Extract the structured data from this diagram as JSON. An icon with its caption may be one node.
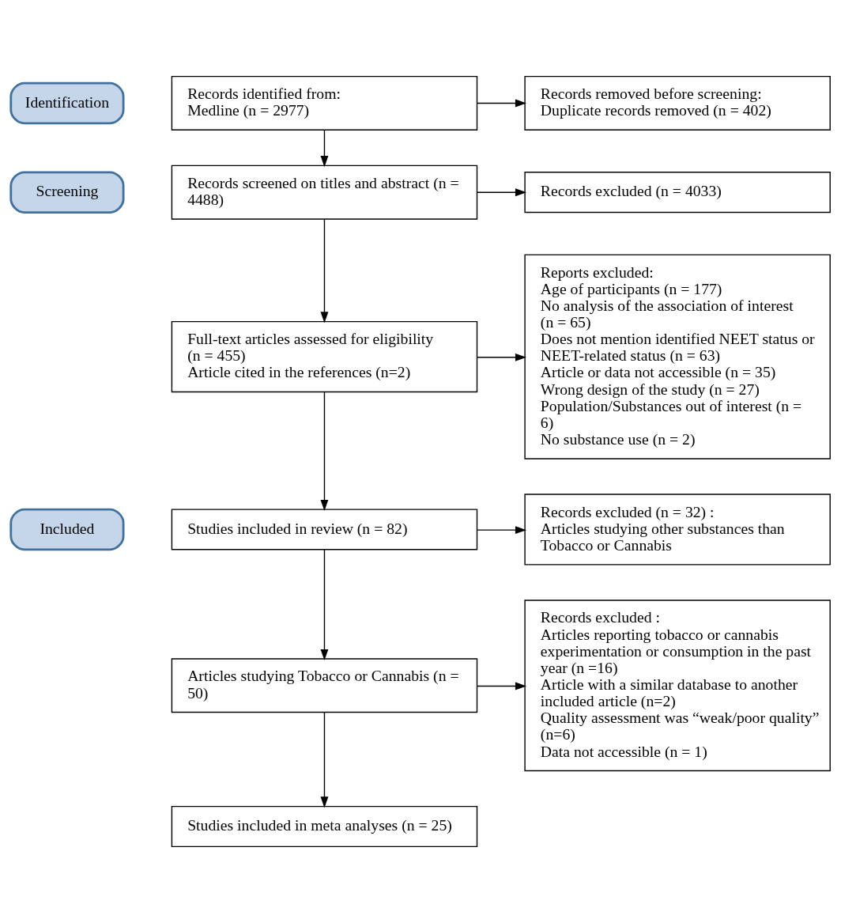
{
  "diagram": {
    "nodes": [
      {
        "text": [
          "Identification"
        ]
      },
      {
        "text": [
          "Records identified from:",
          "Medline (n = 2977)"
        ]
      },
      {
        "text": [
          "Records removed before screening:",
          "Duplicate records removed (n = 402)"
        ]
      },
      {
        "text": [
          "Screening"
        ]
      },
      {
        "text": [
          "Records screened on titles and abstract (n = 4488)"
        ]
      },
      {
        "text": [
          "Records excluded (n = 4033)"
        ]
      },
      {
        "text": [
          "Full-text articles assessed for eligibility (n = 455)",
          "Article cited in the references (n=2)"
        ]
      },
      {
        "text": [
          "Reports excluded:",
          "Age of participants (n = 177)",
          "No analysis of the association of interest (n = 65)",
          "Does not mention identified NEET status or NEET-related status (n = 63)",
          "Article or data not accessible (n = 35)",
          "Wrong design of the study (n = 27)",
          "Population/Substances out of interest (n = 6)",
          "No substance use (n = 2)"
        ]
      },
      {
        "text": [
          "Included"
        ]
      },
      {
        "text": [
          "Studies included in review (n = 82)"
        ]
      },
      {
        "text": [
          "Records excluded (n = 32) :",
          "Articles studying other substances than Tobacco or Cannabis"
        ]
      },
      {
        "text": [
          "Articles studying Tobacco or Cannabis (n = 50)"
        ]
      },
      {
        "text": [
          "Records excluded :",
          "Articles reporting tobacco or cannabis experimentation or consumption in the past year (n =16)",
          "Article with a similar database to another included article (n=2)",
          "Quality assessment was “weak/poor quality” (n=6)",
          "Data not accessible (n = 1)"
        ]
      },
      {
        "text": [
          "Studies included in meta analyses (n = 25)"
        ]
      }
    ],
    "edges": [
      {
        "from": 1,
        "to": 2,
        "arrow": "to"
      },
      {
        "from": 1,
        "to": 4,
        "arrow": "to"
      },
      {
        "from": 4,
        "to": 5,
        "arrow": "to"
      },
      {
        "from": 4,
        "to": 6,
        "arrow": "to"
      },
      {
        "from": 6,
        "to": 7,
        "arrow": "to"
      },
      {
        "from": 6,
        "to": 9,
        "arrow": "to"
      },
      {
        "from": 9,
        "to": 10,
        "arrow": "to"
      },
      {
        "from": 9,
        "to": 11,
        "arrow": "to"
      },
      {
        "from": 11,
        "to": 12,
        "arrow": "to"
      },
      {
        "from": 11,
        "to": 13,
        "arrow": "to"
      }
    ]
  }
}
